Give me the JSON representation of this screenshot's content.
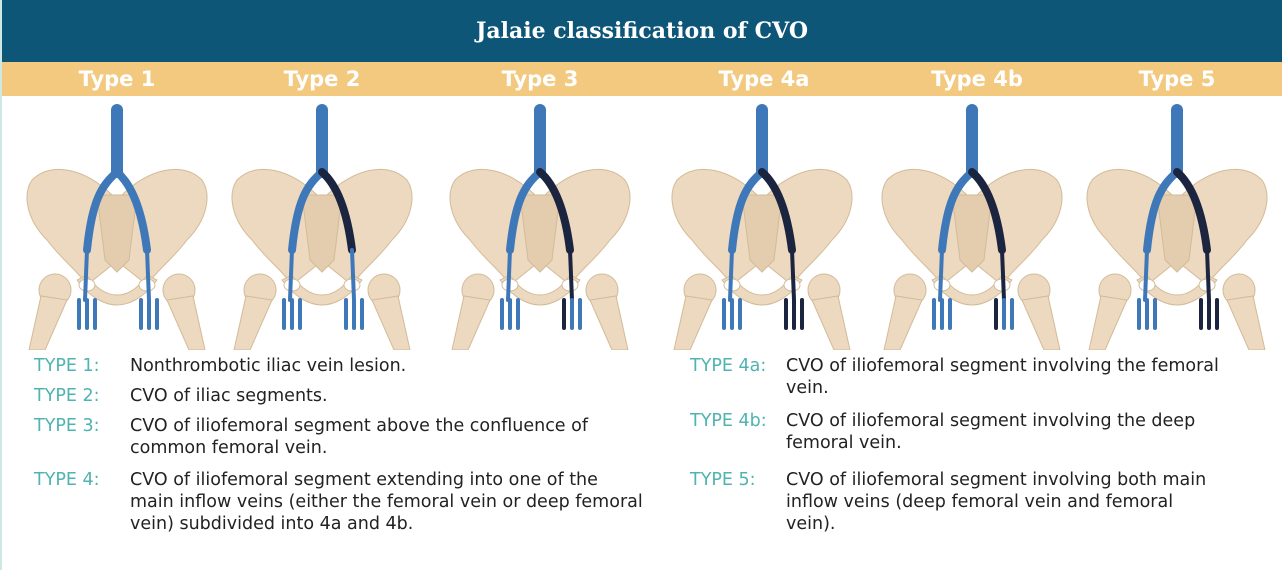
{
  "title": "Jalaie classification of CVO",
  "types": [
    "Type 1",
    "Type 2",
    "Type 3",
    "Type 4a",
    "Type 4b",
    "Type 5"
  ],
  "definitions_left": [
    {
      "key": "TYPE 1:",
      "text": "Nonthrombotic iliac vein lesion."
    },
    {
      "key": "TYPE 2:",
      "text": "CVO of iliac segments."
    },
    {
      "key": "TYPE 3:",
      "text": "CVO of iliofemoral segment above the confluence of common femoral vein."
    },
    {
      "key": "TYPE 4:",
      "text": "CVO of iliofemoral segment extending into one of the main inflow veins (either the femoral vein or deep femoral vein) subdivided into 4a and 4b."
    }
  ],
  "definitions_right": [
    {
      "key": "TYPE 4a:",
      "text": "CVO of iliofemoral segment involving the femoral vein."
    },
    {
      "key": "TYPE 4b:",
      "text": "CVO of iliofemoral segment involving the deep femoral vein."
    },
    {
      "key": "TYPE 5:",
      "text": "CVO of iliofemoral segment involving both main inflow veins (deep femoral vein and femoral vein)."
    }
  ],
  "colors": {
    "title_bar": "#0e5677",
    "type_bar": "#f2c97e",
    "key_text": "#4fb3b0",
    "vein_patent": "#3f78b8",
    "vein_occluded": "#1c2540",
    "bone": "#ecd9bf"
  }
}
